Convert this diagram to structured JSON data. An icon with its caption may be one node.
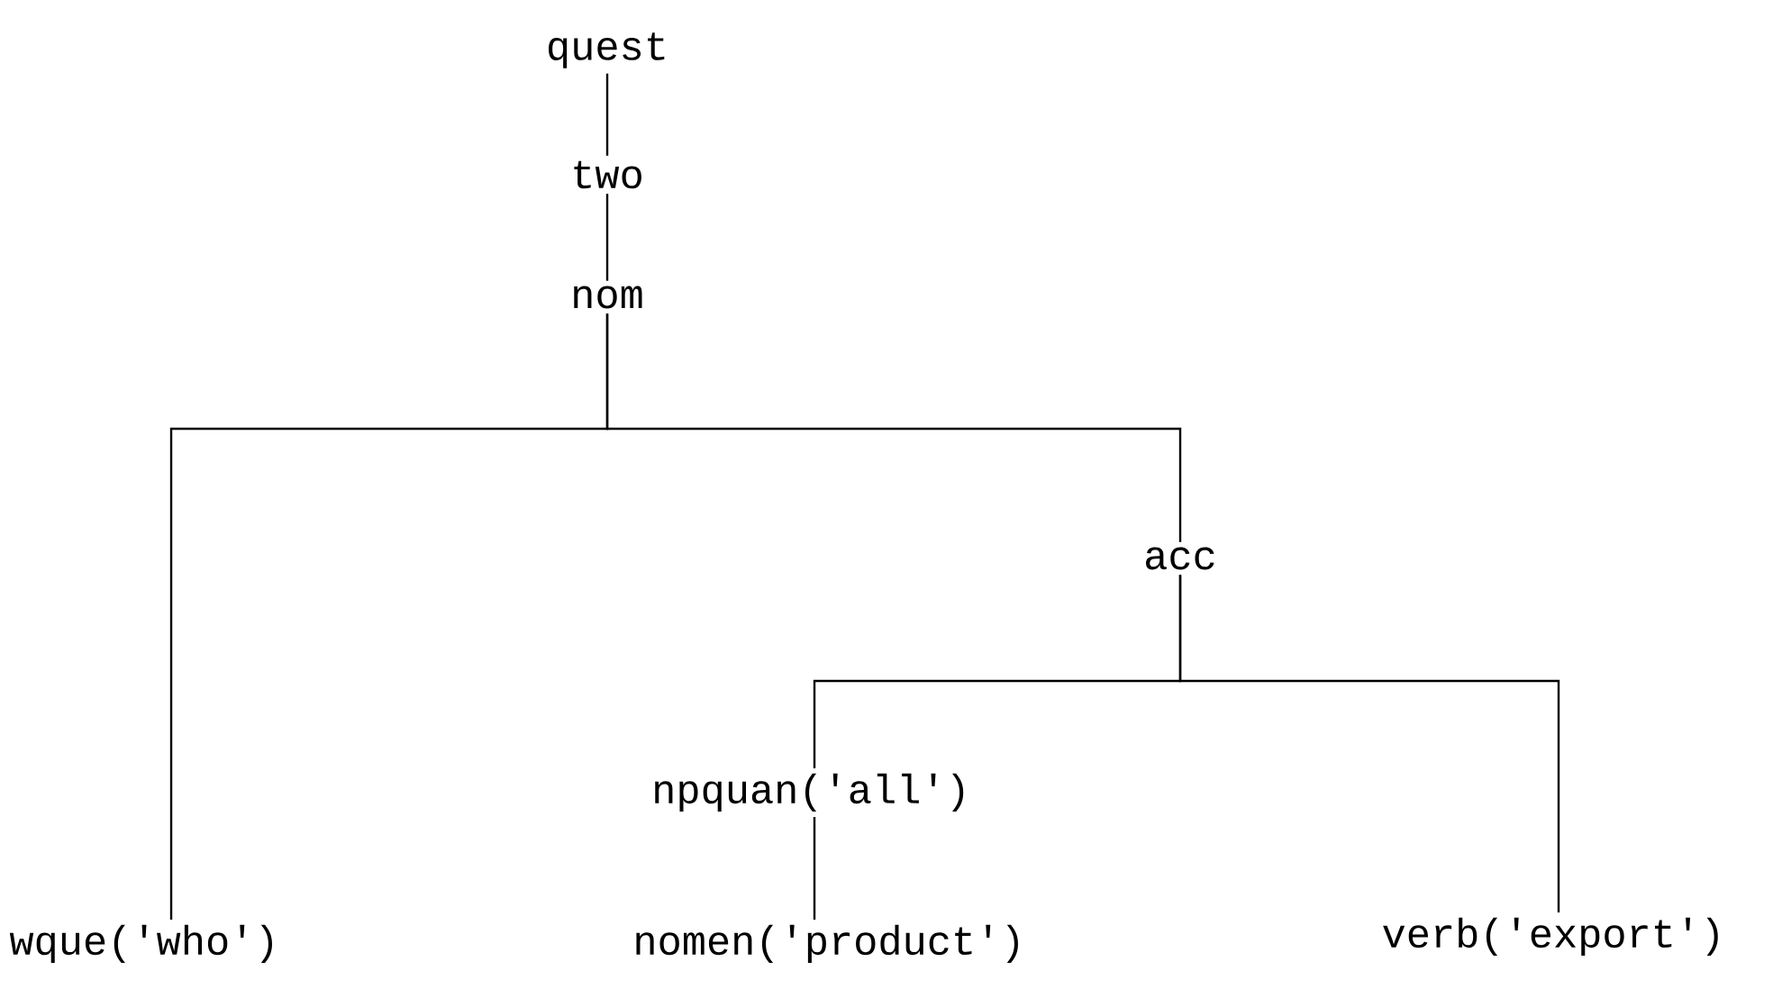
{
  "diagram": {
    "nodes": [
      {
        "text": [
          "quest"
        ]
      },
      {
        "text": [
          "two"
        ]
      },
      {
        "text": [
          "nom"
        ]
      },
      {
        "text": [
          "wque('who')"
        ]
      },
      {
        "text": [
          "acc"
        ]
      },
      {
        "text": [
          "npquan('all')"
        ]
      },
      {
        "text": [
          "nomen('product')"
        ]
      },
      {
        "text": [
          "verb('export')"
        ]
      }
    ],
    "edges": [
      {
        "from": 0,
        "to": 1,
        "arrow": "none"
      },
      {
        "from": 1,
        "to": 2,
        "arrow": "none"
      },
      {
        "from": 2,
        "to": 3,
        "arrow": "none"
      },
      {
        "from": 2,
        "to": 4,
        "arrow": "none"
      },
      {
        "from": 4,
        "to": 5,
        "arrow": "none"
      },
      {
        "from": 4,
        "to": 7,
        "arrow": "none"
      },
      {
        "from": 5,
        "to": 6,
        "arrow": "none"
      }
    ]
  }
}
